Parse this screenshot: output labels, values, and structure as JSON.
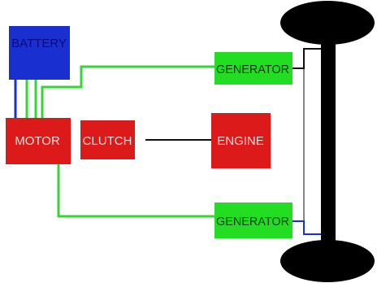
{
  "diagram": {
    "battery": {
      "label": "BATTERY",
      "color": "#1a2fd0",
      "text_color": "#0a0a80"
    },
    "motor": {
      "label": "MOTOR",
      "color": "#dd1a1a",
      "text_color": "#ffd9d9"
    },
    "clutch": {
      "label": "CLUTCH",
      "color": "#dd1a1a",
      "text_color": "#ffd9d9"
    },
    "engine": {
      "label": "ENGINE",
      "color": "#dd1a1a",
      "text_color": "#ffd9d9"
    },
    "generator_top": {
      "label": "GENERATOR",
      "color": "#22dd22",
      "text_color": "#0a3a0a"
    },
    "generator_bottom": {
      "label": "GENERATOR",
      "color": "#22dd22",
      "text_color": "#0a3a0a"
    },
    "colors": {
      "wire_green": "#33d633",
      "wire_blue": "#1a2fd0",
      "wire_black": "#111111",
      "axle": "#000000",
      "wheel": "#000000"
    }
  }
}
